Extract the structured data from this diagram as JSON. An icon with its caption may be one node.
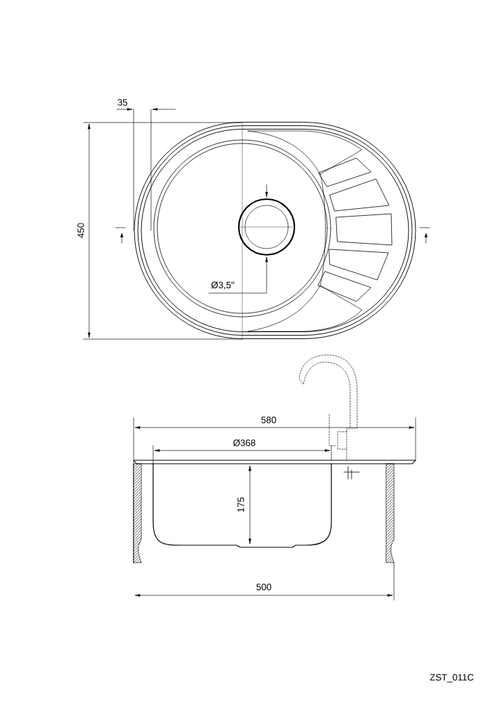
{
  "diagram": {
    "labels": [
      "35",
      "450",
      "Ø3,5\"",
      "580",
      "Ø368",
      "175",
      "500",
      "ZST_011C"
    ]
  }
}
